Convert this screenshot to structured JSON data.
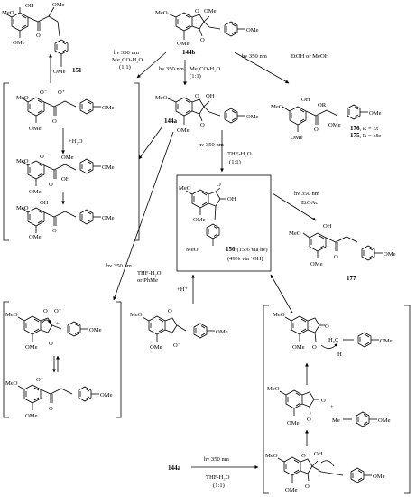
{
  "compounds": {
    "c151": "151",
    "c144b": "144b",
    "c144a": "144a",
    "c176": "176",
    "c176_r": ", R = Et",
    "c175": "175",
    "c175_r": ", R = Me",
    "c150": "150",
    "c150_yield1": "(15% via hν)",
    "c150_yield2": "(49% via ˙OH)",
    "c177": "177",
    "c144a_bottom": "144a"
  },
  "conditions": {
    "to151_light": "hν 350 nm",
    "to151_solvent": "Me₂CO-H₂O",
    "to151_ratio": "(1:1)",
    "to144a_light": "hν 350 nm",
    "to144a_solvent": "Me₂CO-H₂O",
    "to144a_ratio": "(1:1)",
    "to176_light": "hν 350 nm",
    "to176_solvent": "EtOH or MeOH",
    "to150_light": "hν 350 nm",
    "to150_solvent": "THF-H₂O",
    "to150_ratio": "(1:1)",
    "to177_light": "hν 350 nm",
    "to177_solvent": "EtOAc",
    "plusH2O": "+H₂O",
    "left_light": "hν 350 nm",
    "left_solvent1": "THF-H₂O",
    "left_solvent2": "or PhMe",
    "plusH": "+H⁺",
    "bottom_light": "hν 350 nm",
    "bottom_solvent": "THF-H₂O",
    "bottom_ratio": "(1:1)"
  },
  "atoms": {
    "OMe": "OMe",
    "MeO": "MeO",
    "OH": "OH",
    "O": "O",
    "OR": "OR",
    "Me": "Me",
    "H": "H",
    "H2C": "H₂C",
    "Ominus": "O⁻",
    "Oplus": "O⁺",
    "plus": "+"
  }
}
